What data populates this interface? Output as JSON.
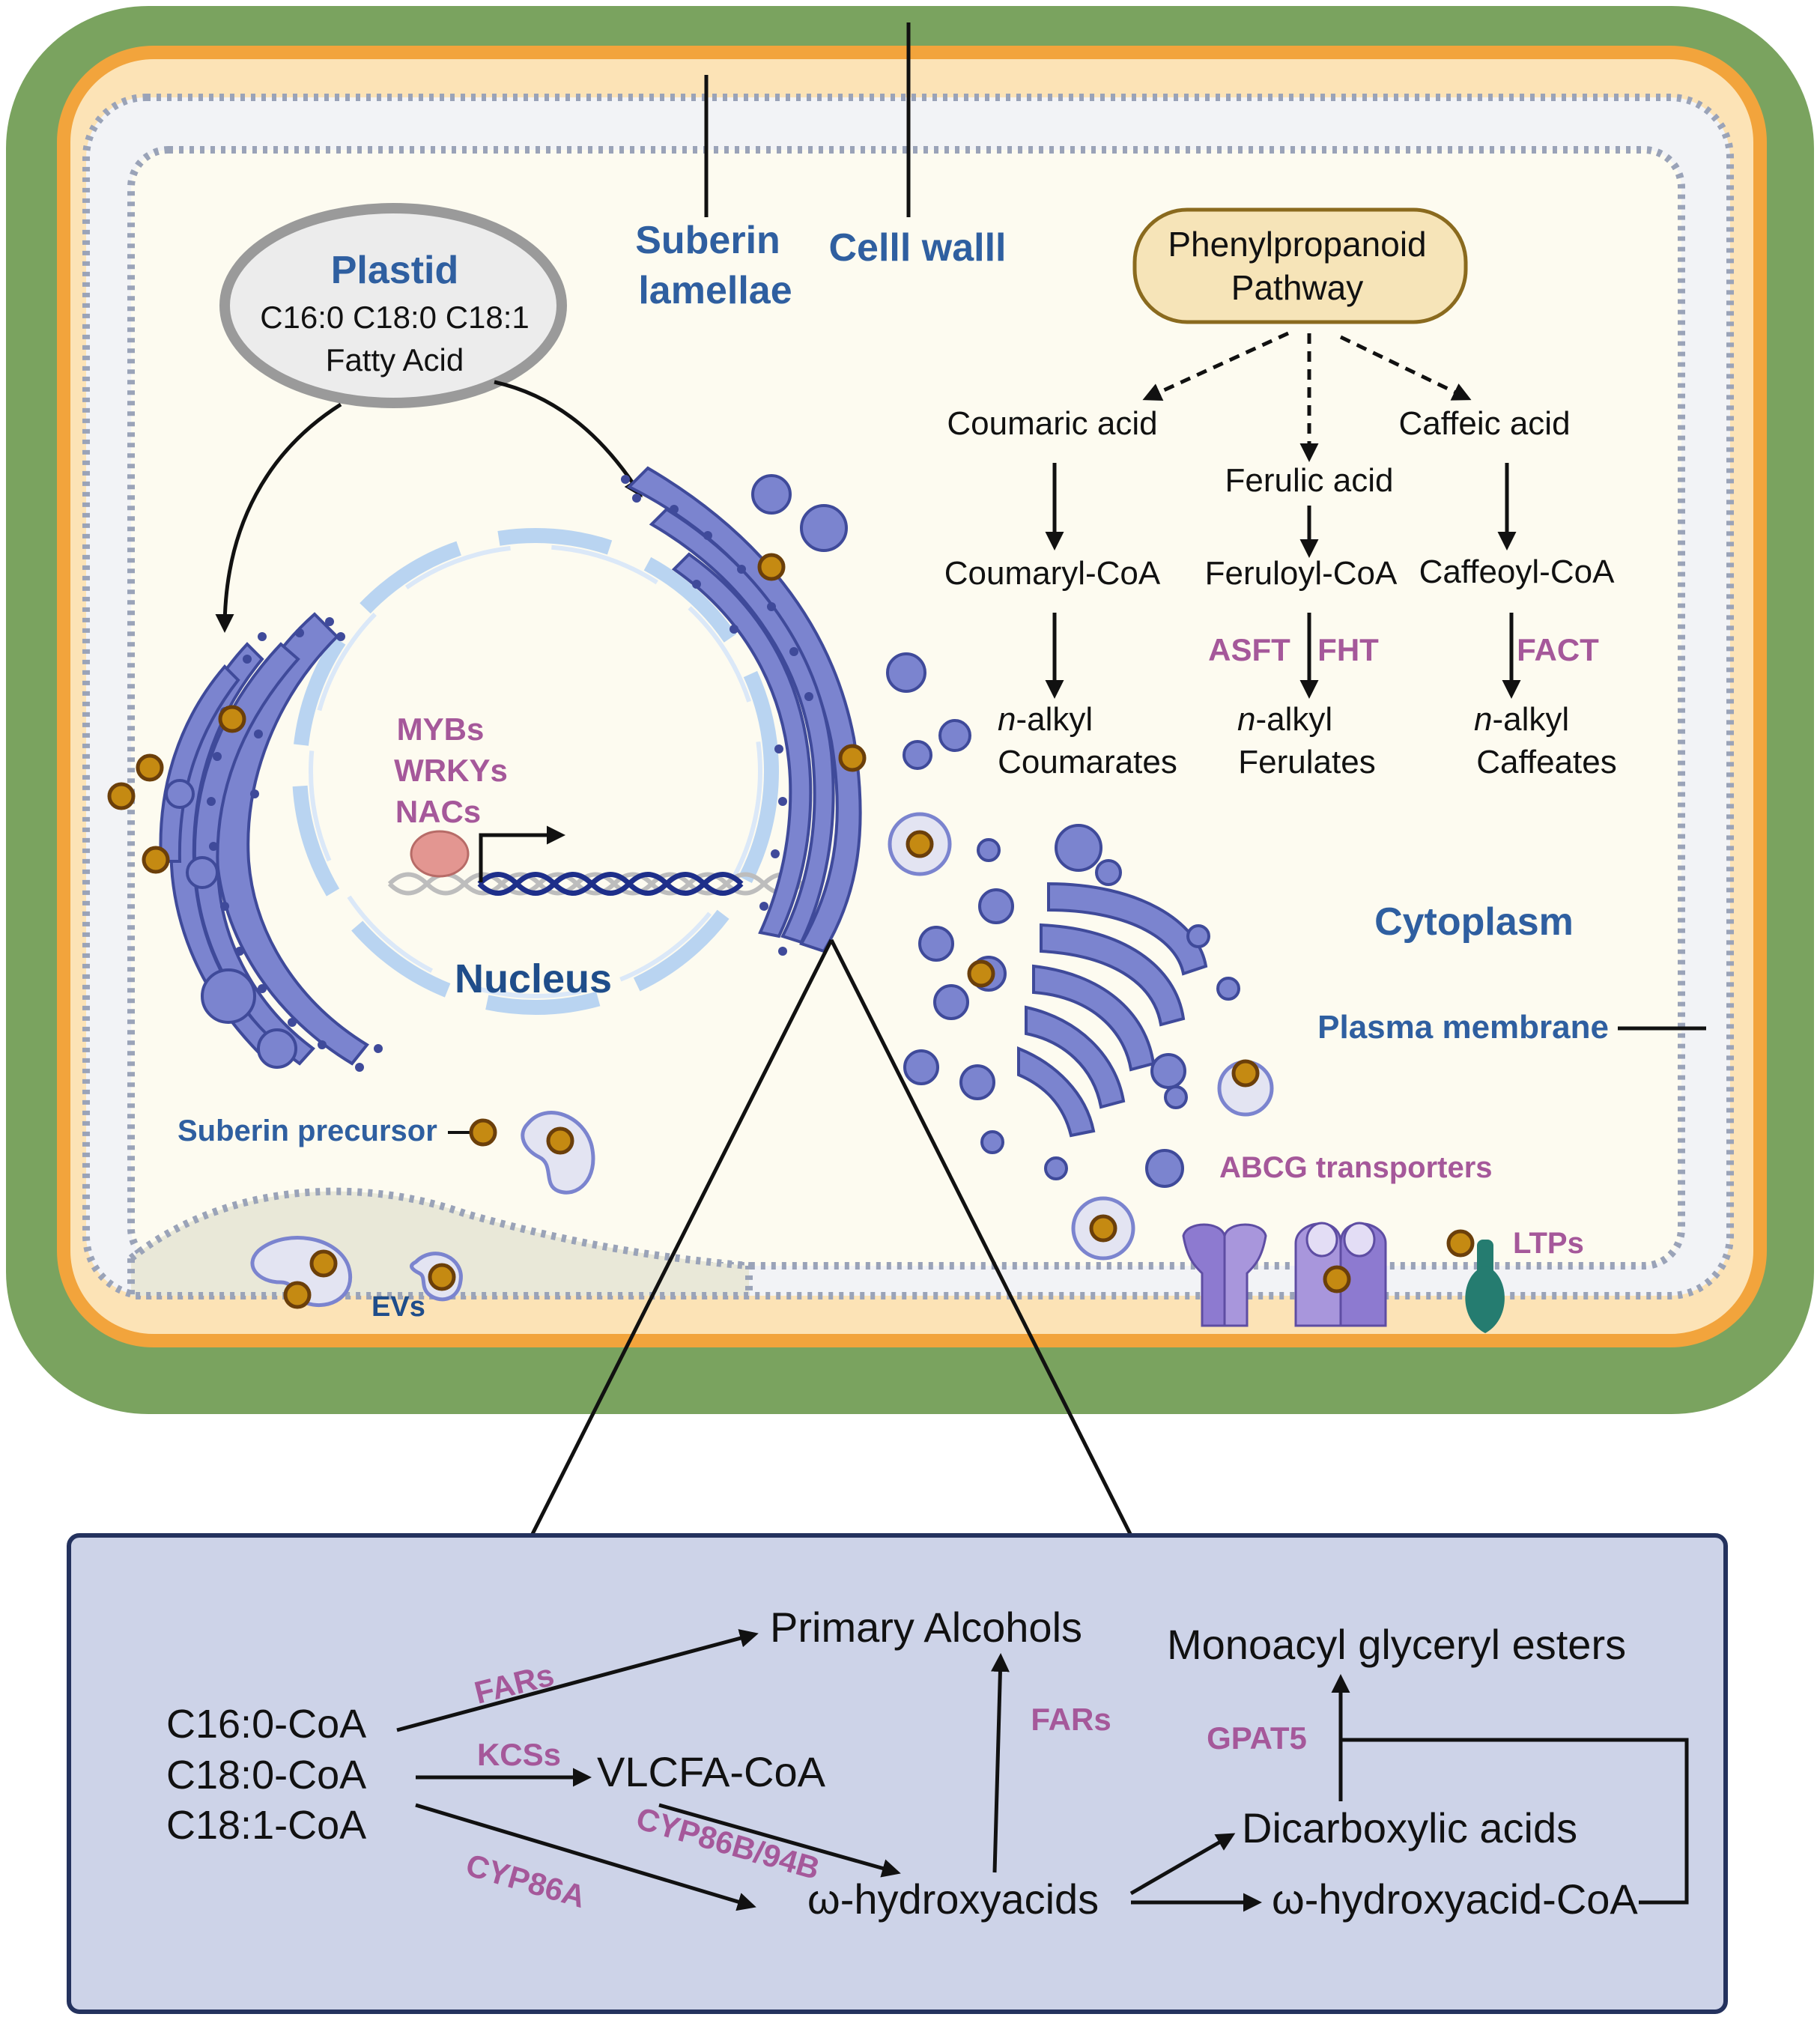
{
  "cell": {
    "plastid": {
      "title": "Plastid",
      "line1": "C16:0 C18:0 C18:1",
      "line2": "Fatty Acid"
    },
    "labels": {
      "suberin_lamellae_1": "Suberin",
      "suberin_lamellae_2": "lamellae",
      "cell_wall": "Celll walll",
      "nucleus": "Nucleus",
      "cytoplasm": "Cytoplasm",
      "plasma_membrane": "Plasma membrane",
      "suberin_precursor": "Suberin precursor",
      "evs": "EVs",
      "abcg": "ABCG transporters",
      "ltps": "LTPs"
    },
    "transcription_factors": [
      "MYBs",
      "WRKYs",
      "NACs"
    ],
    "phenylpropanoid": {
      "box_1": "Phenylpropanoid",
      "box_2": "Pathway",
      "acids": [
        "Coumaric acid",
        "Ferulic acid",
        "Caffeic acid"
      ],
      "coas": [
        "Coumaryl-CoA",
        "Feruloyl-CoA",
        "Caffeoyl-CoA"
      ],
      "enzymes": [
        "ASFT",
        "FHT",
        "FACT"
      ],
      "products_prefix": "n",
      "products_suffix": "-alkyl",
      "products": [
        "Coumarates",
        "Ferulates",
        "Caffeates"
      ]
    }
  },
  "inset": {
    "substrates": [
      "C16:0-CoA",
      "C18:0-CoA",
      "C18:1-CoA"
    ],
    "primary_alcohols": "Primary Alcohols",
    "monoacyl": "Monoacyl glyceryl esters",
    "vlcfa": "VLCFA-CoA",
    "hydroxyacids": "ω-hydroxyacids",
    "dicarboxylic": "Dicarboxylic acids",
    "hydroxyacid_coa": "ω-hydroxyacid-CoA",
    "enzymes": {
      "fars_1": "FARs",
      "kcss": "KCSs",
      "cyp86a": "CYP86A",
      "cyp86b": "CYP86B/94B",
      "fars_2": "FARs",
      "gpat5": "GPAT5"
    }
  },
  "colors": {
    "cell_wall": "#7aa35f",
    "suberin": "#f2a43c",
    "cytoplasm": "#fdfbf0",
    "er": "#7b84cf",
    "cargo": "#c58a12",
    "enzyme_text": "#a5589a",
    "label_blue": "#2f5fa0",
    "inset_bg": "#cdd3e8"
  }
}
